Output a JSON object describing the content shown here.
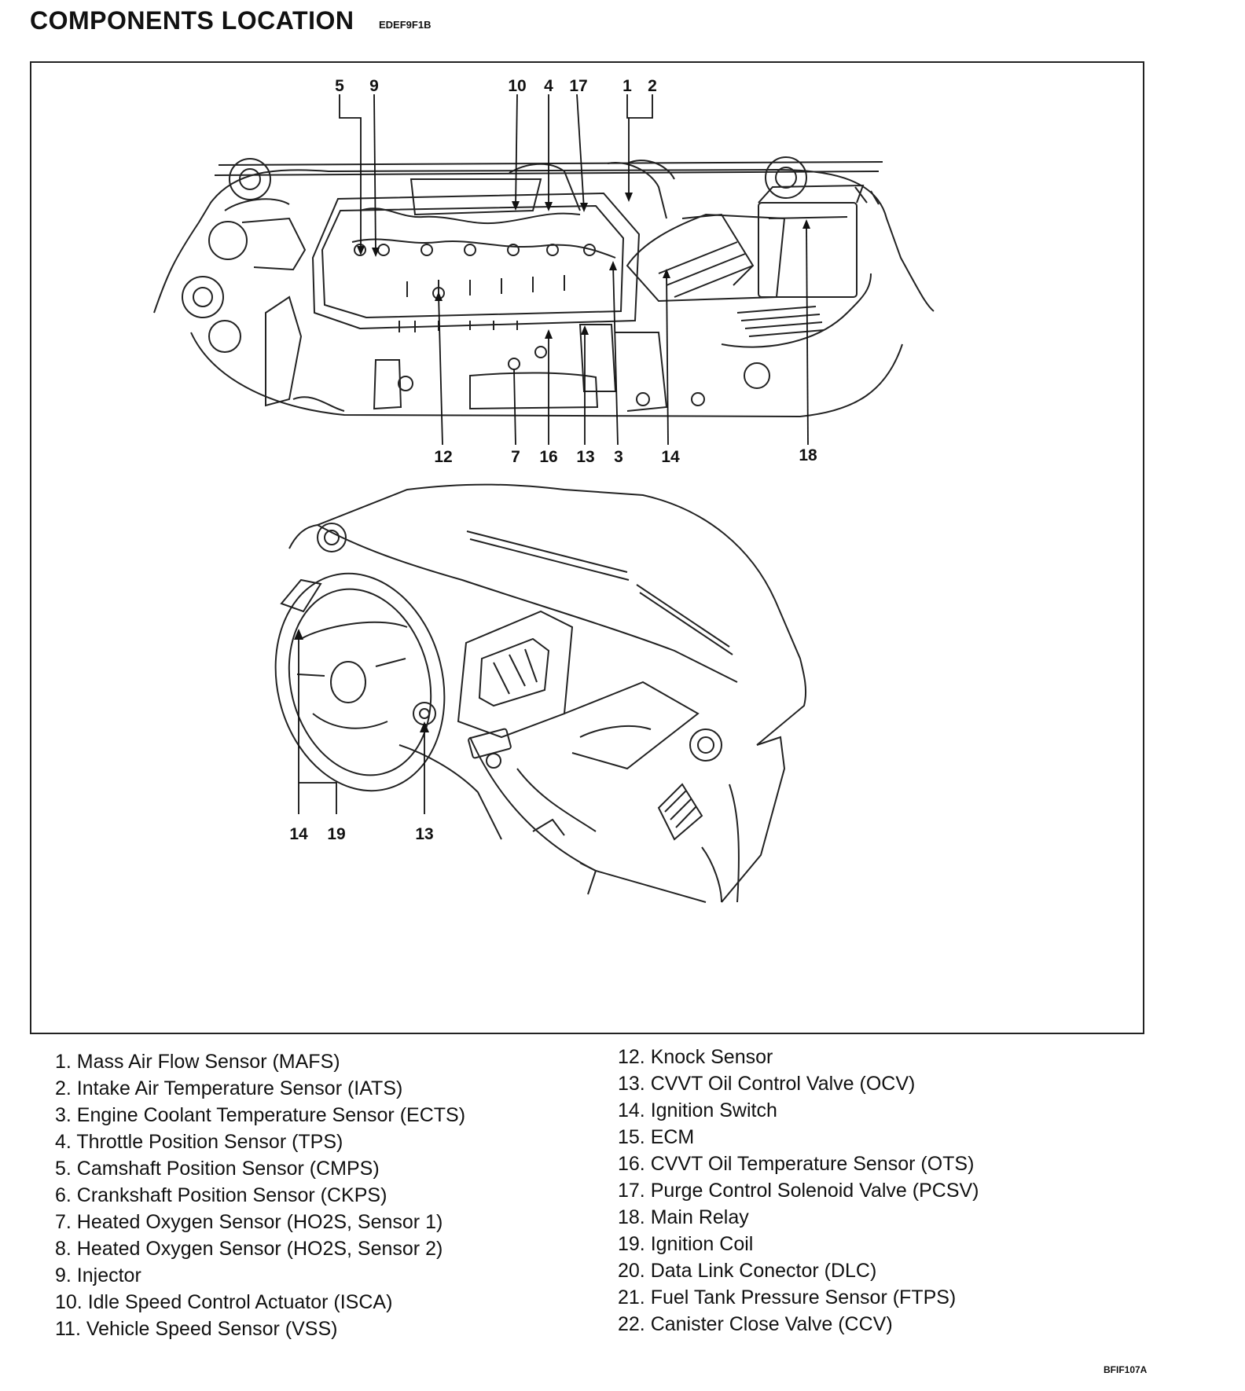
{
  "header": {
    "title": "COMPONENTS LOCATION",
    "code": "EDEF9F1B"
  },
  "engine_bay": {
    "callouts_top": [
      "5",
      "9",
      "10",
      "4",
      "17",
      "1",
      "2"
    ],
    "callouts_bottom": [
      "12",
      "7",
      "16",
      "13",
      "3",
      "14",
      "18"
    ]
  },
  "dashboard": {
    "callouts": [
      "14",
      "19",
      "13"
    ]
  },
  "legend_left": [
    "1. Mass Air Flow Sensor (MAFS)",
    "2. Intake Air Temperature Sensor (IATS)",
    "3. Engine Coolant Temperature Sensor (ECTS)",
    "4. Throttle Position Sensor (TPS)",
    "5. Camshaft Position Sensor (CMPS)",
    "6. Crankshaft Position Sensor (CKPS)",
    "7. Heated Oxygen Sensor (HO2S, Sensor 1)",
    "8. Heated Oxygen Sensor (HO2S, Sensor 2)",
    "9. Injector",
    "10. Idle Speed Control Actuator (ISCA)",
    "11. Vehicle Speed Sensor (VSS)"
  ],
  "legend_right": [
    "12. Knock Sensor",
    "13. CVVT Oil Control Valve (OCV)",
    "14. Ignition Switch",
    "15. ECM",
    "16. CVVT Oil Temperature Sensor (OTS)",
    "17. Purge Control Solenoid Valve (PCSV)",
    "18. Main Relay",
    "19. Ignition Coil",
    "20. Data Link Conector (DLC)",
    "21. Fuel Tank Pressure Sensor (FTPS)",
    "22. Canister Close Valve (CCV)"
  ],
  "footer": {
    "figure_code": "BFIF107A"
  }
}
